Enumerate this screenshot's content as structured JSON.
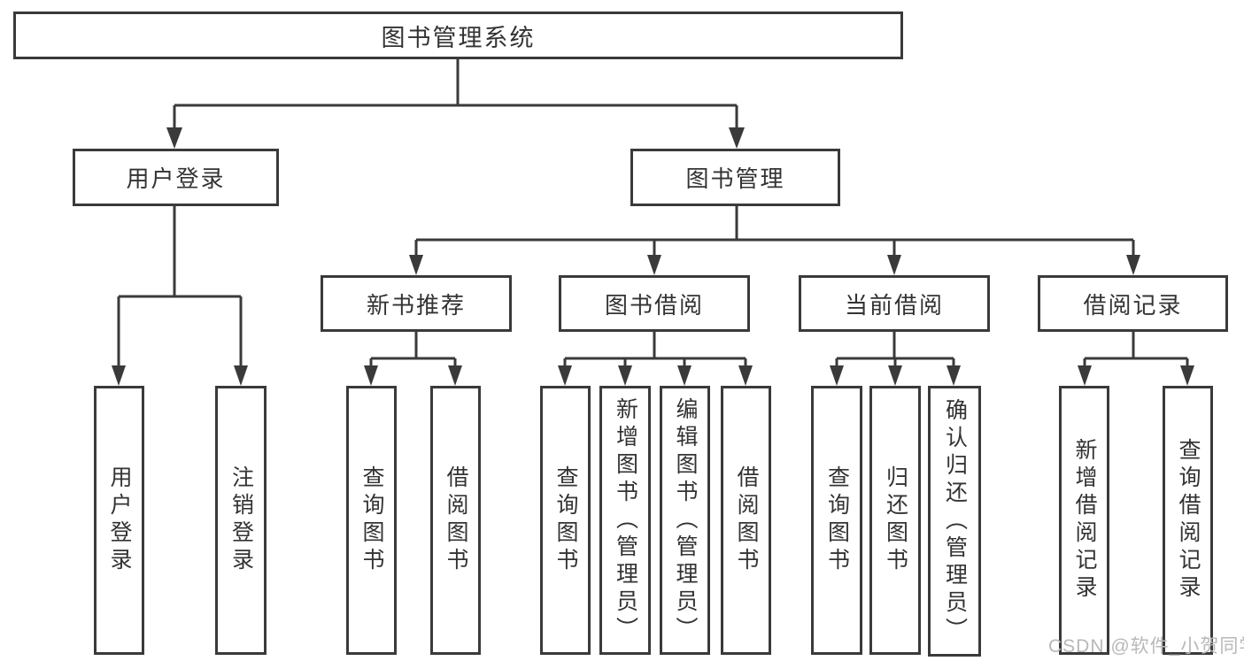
{
  "colors": {
    "line": "#3a3a3a",
    "text": "#333333",
    "background": "#ffffff",
    "watermark": "#b8b8b8"
  },
  "nodes": {
    "root": {
      "label": "图书管理系统"
    },
    "level2": [
      {
        "label": "用户登录"
      },
      {
        "label": "图书管理"
      }
    ],
    "level3": [
      {
        "label": "新书推荐"
      },
      {
        "label": "图书借阅"
      },
      {
        "label": "当前借阅"
      },
      {
        "label": "借阅记录"
      }
    ],
    "leaves": {
      "user_login": [
        {
          "label": "用户登录"
        },
        {
          "label": "注销登录"
        }
      ],
      "new_book_recommend": [
        {
          "label": "查询图书"
        },
        {
          "label": "借阅图书"
        }
      ],
      "book_borrow": [
        {
          "label": "查询图书"
        },
        {
          "label": "新增图书（管理员）"
        },
        {
          "label": "编辑图书（管理员）"
        },
        {
          "label": "借阅图书"
        }
      ],
      "current_borrow": [
        {
          "label": "查询图书"
        },
        {
          "label": "归还图书"
        },
        {
          "label": "确认归还（管理员）"
        }
      ],
      "borrow_records": [
        {
          "label": "新增借阅记录"
        },
        {
          "label": "查询借阅记录"
        }
      ]
    }
  },
  "watermark": {
    "text": "CSDN @软件_小贺同学"
  }
}
